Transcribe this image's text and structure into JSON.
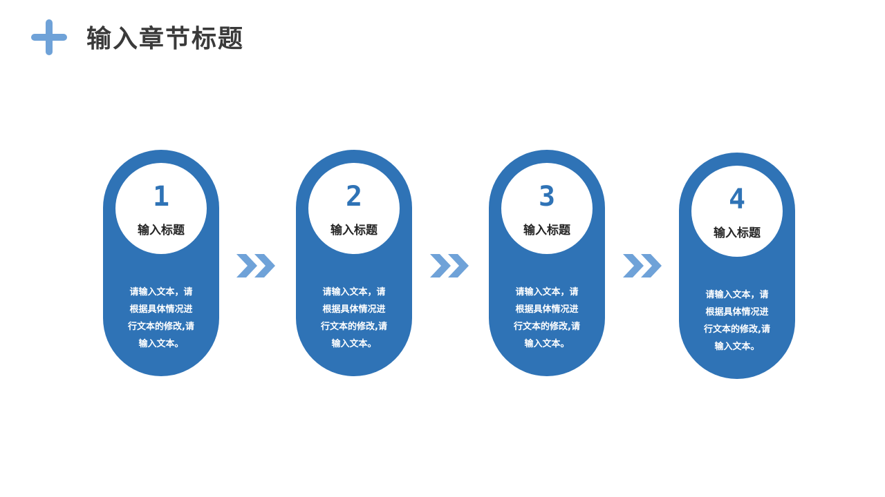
{
  "header": {
    "icon": "plus-icon",
    "title": "输入章节标题"
  },
  "colors": {
    "accent": "#2f73b6",
    "arrow": "#6fa2d8",
    "title": "#3a3a3a"
  },
  "steps": [
    {
      "number": "1",
      "title": "输入标题",
      "desc": [
        "请输入文本，请",
        "根据具体情况进",
        "行文本的修改,请",
        "输入文本。"
      ]
    },
    {
      "number": "2",
      "title": "输入标题",
      "desc": [
        "请输入文本，请",
        "根据具体情况进",
        "行文本的修改,请",
        "输入文本。"
      ]
    },
    {
      "number": "3",
      "title": "输入标题",
      "desc": [
        "请输入文本，请",
        "根据具体情况进",
        "行文本的修改,请",
        "输入文本。"
      ]
    },
    {
      "number": "4",
      "title": "输入标题",
      "desc": [
        "请输入文本，请",
        "根据具体情况进",
        "行文本的修改,请",
        "输入文本。"
      ]
    }
  ],
  "connectors": [
    "chevron-right-icon",
    "chevron-right-icon",
    "chevron-right-icon"
  ]
}
